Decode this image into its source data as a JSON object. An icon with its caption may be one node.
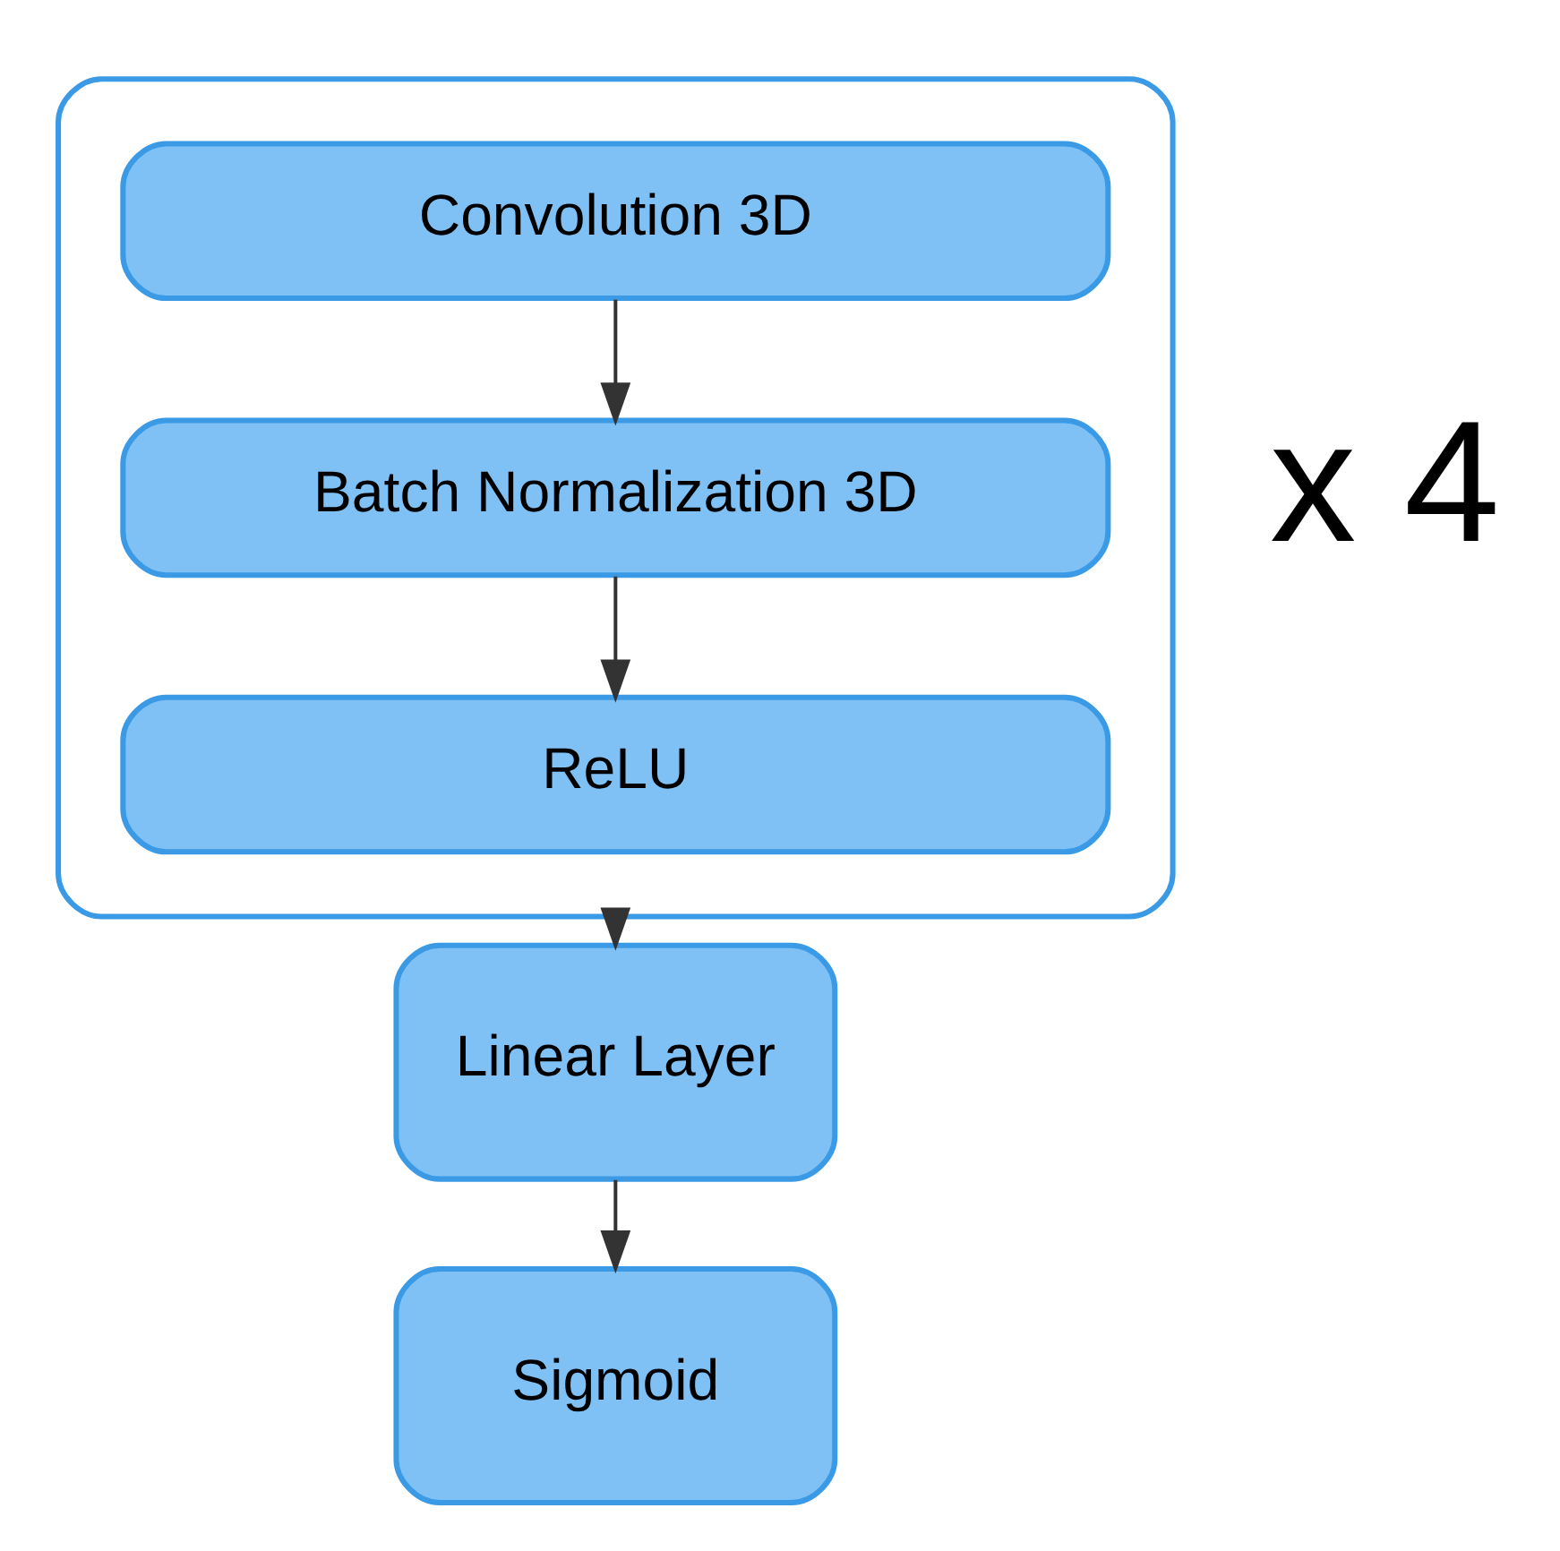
{
  "diagram": {
    "nodes": [
      {
        "text": [],
        "shape": "box",
        "beside": [
          "x 4"
        ]
      },
      {
        "text": [
          "Convolution 3D"
        ],
        "in": 0
      },
      {
        "text": [
          "Batch Normalization 3D"
        ],
        "in": 0
      },
      {
        "text": [
          "ReLU"
        ],
        "in": 0
      },
      {
        "text": [
          "Linear Layer"
        ]
      },
      {
        "text": [
          "Sigmoid"
        ]
      }
    ],
    "edges": [
      {
        "from": 1,
        "to": 2,
        "arrow": "to"
      },
      {
        "from": 2,
        "to": 3,
        "arrow": "to"
      },
      {
        "from": 0,
        "to": 4,
        "arrow": "to"
      },
      {
        "from": 4,
        "to": 5,
        "arrow": "to"
      }
    ]
  }
}
